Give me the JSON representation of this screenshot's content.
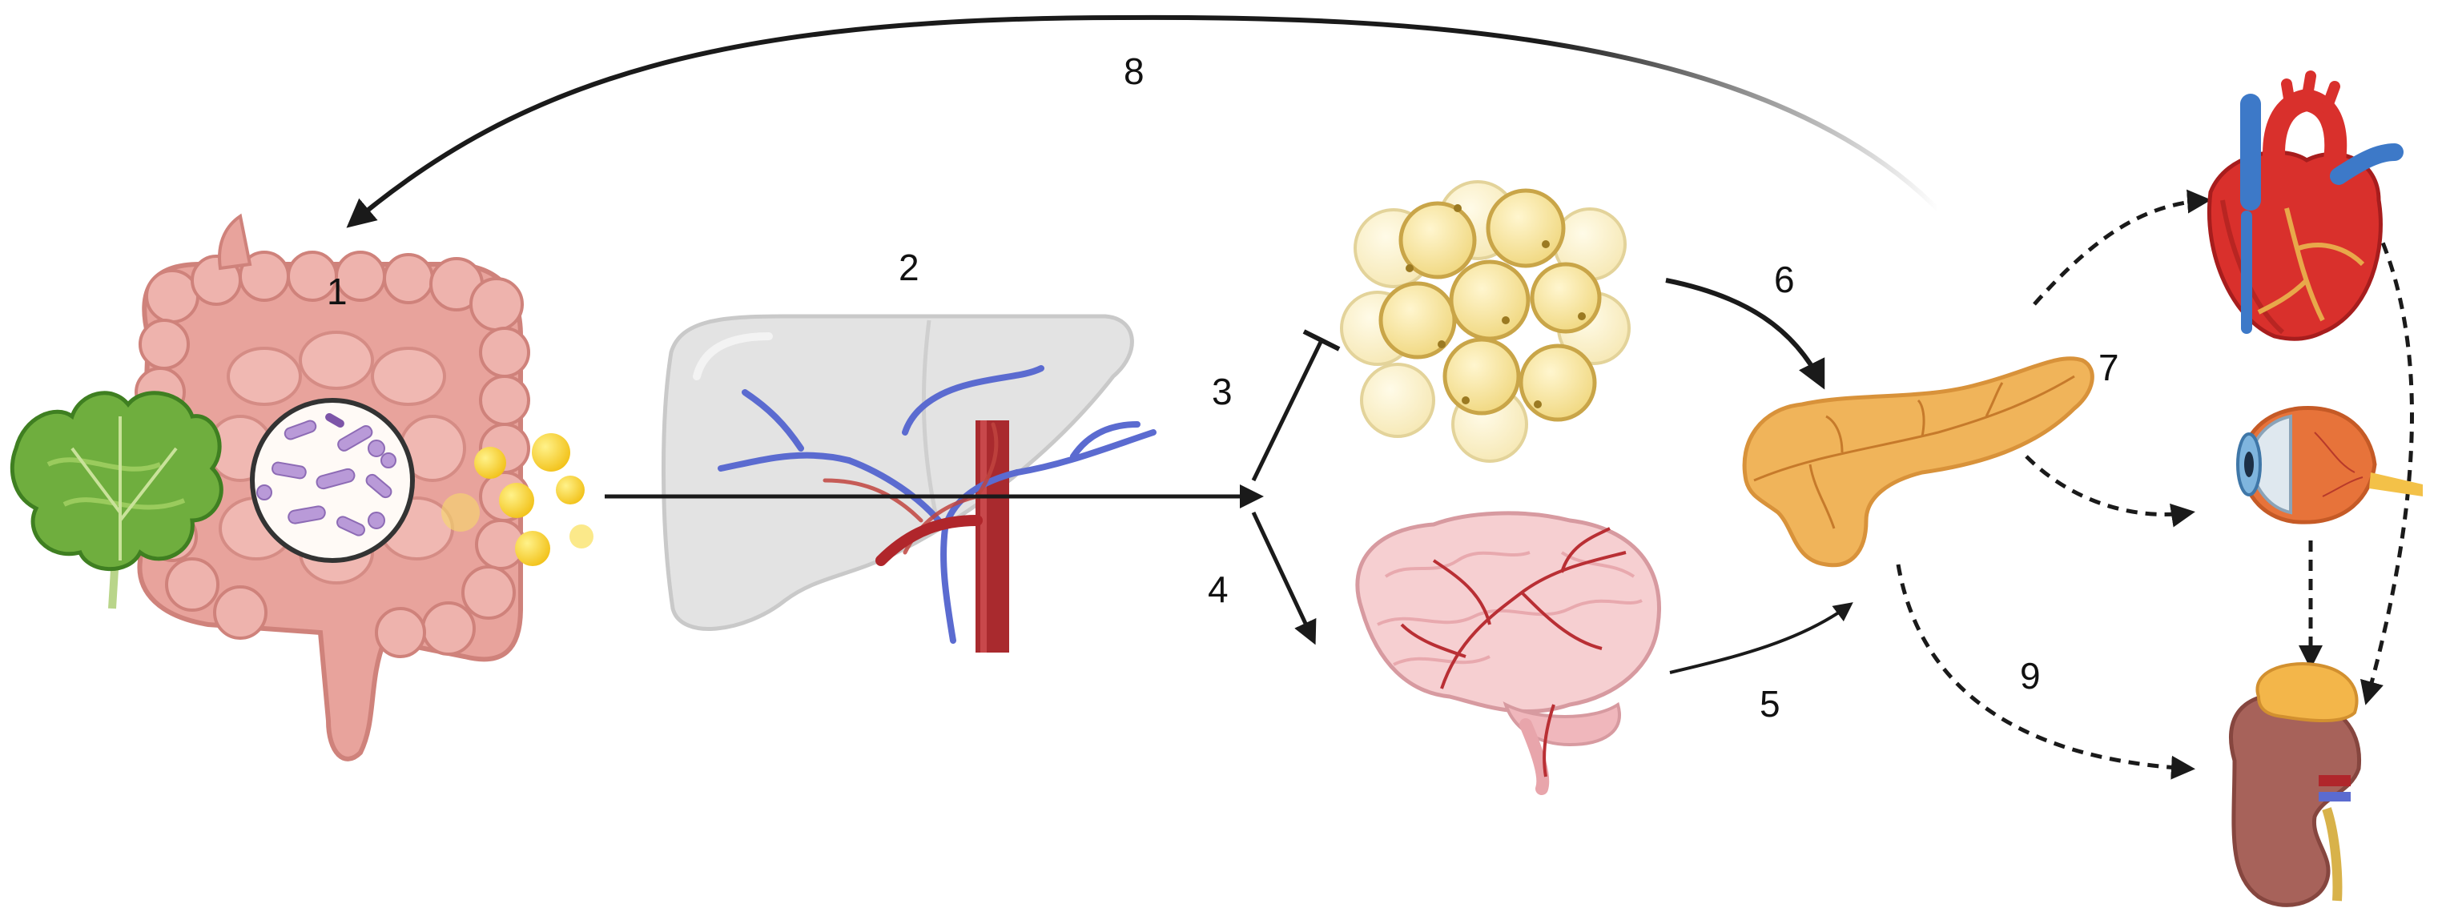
{
  "labels": {
    "gut": "1",
    "liver": "2",
    "adipose": "3",
    "brain": "4",
    "brain_to_pancreas": "5",
    "adipose_to_pancreas": "6",
    "pancreas_to_organs": "7",
    "feedback": "8",
    "kidney": "9"
  },
  "organs": [
    {
      "name": "intestine",
      "icon": "intestine-icon"
    },
    {
      "name": "vegetables",
      "icon": "lettuce-icon"
    },
    {
      "name": "gut-microbiota",
      "icon": "bacteria-icon"
    },
    {
      "name": "metabolites",
      "icon": "yellow-dots-icon"
    },
    {
      "name": "liver",
      "icon": "liver-icon"
    },
    {
      "name": "adipose-tissue",
      "icon": "fat-cells-icon"
    },
    {
      "name": "brain",
      "icon": "brain-icon"
    },
    {
      "name": "pancreas",
      "icon": "pancreas-icon"
    },
    {
      "name": "heart",
      "icon": "heart-icon"
    },
    {
      "name": "eye",
      "icon": "eye-icon"
    },
    {
      "name": "kidney",
      "icon": "kidney-icon"
    }
  ],
  "colors": {
    "arrow": "#1a1a1a",
    "intestine": "#e8a39c",
    "liver": "#dcdcdc",
    "fat": "#f7e7a6",
    "brain": "#f4c6c8",
    "pancreas": "#f0b45a",
    "heart": "#d9302c",
    "vein": "#5b6bd0",
    "artery": "#b0262b",
    "kidney": "#a7625a"
  }
}
